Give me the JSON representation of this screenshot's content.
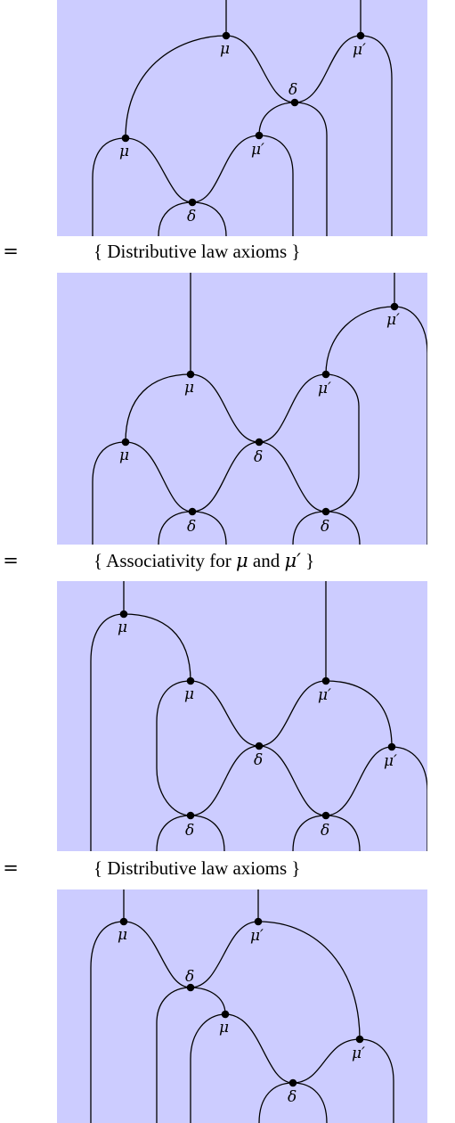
{
  "diagrams": [
    {
      "labels": [
        "μ",
        "μ′",
        "δ",
        "μ",
        "μ′",
        "δ"
      ]
    },
    {
      "labels": [
        "μ′",
        "μ",
        "μ′",
        "μ",
        "δ",
        "δ",
        "δ"
      ]
    },
    {
      "labels": [
        "μ",
        "μ",
        "μ′",
        "δ",
        "μ′",
        "δ",
        "δ"
      ]
    },
    {
      "labels": [
        "μ",
        "μ′",
        "δ",
        "μ",
        "μ′",
        "δ"
      ]
    }
  ],
  "steps": [
    {
      "equals": "=",
      "open": "{ ",
      "text": "Distributive law axioms",
      "close": " }"
    },
    {
      "equals": "=",
      "open": "{ ",
      "text_parts": [
        "Associativity for ",
        "μ",
        " and ",
        "μ′"
      ],
      "close": " }"
    },
    {
      "equals": "=",
      "open": "{ ",
      "text": "Distributive law axioms",
      "close": " }"
    }
  ],
  "colors": {
    "panel_background": "#ccccff",
    "wire": "#000000"
  }
}
